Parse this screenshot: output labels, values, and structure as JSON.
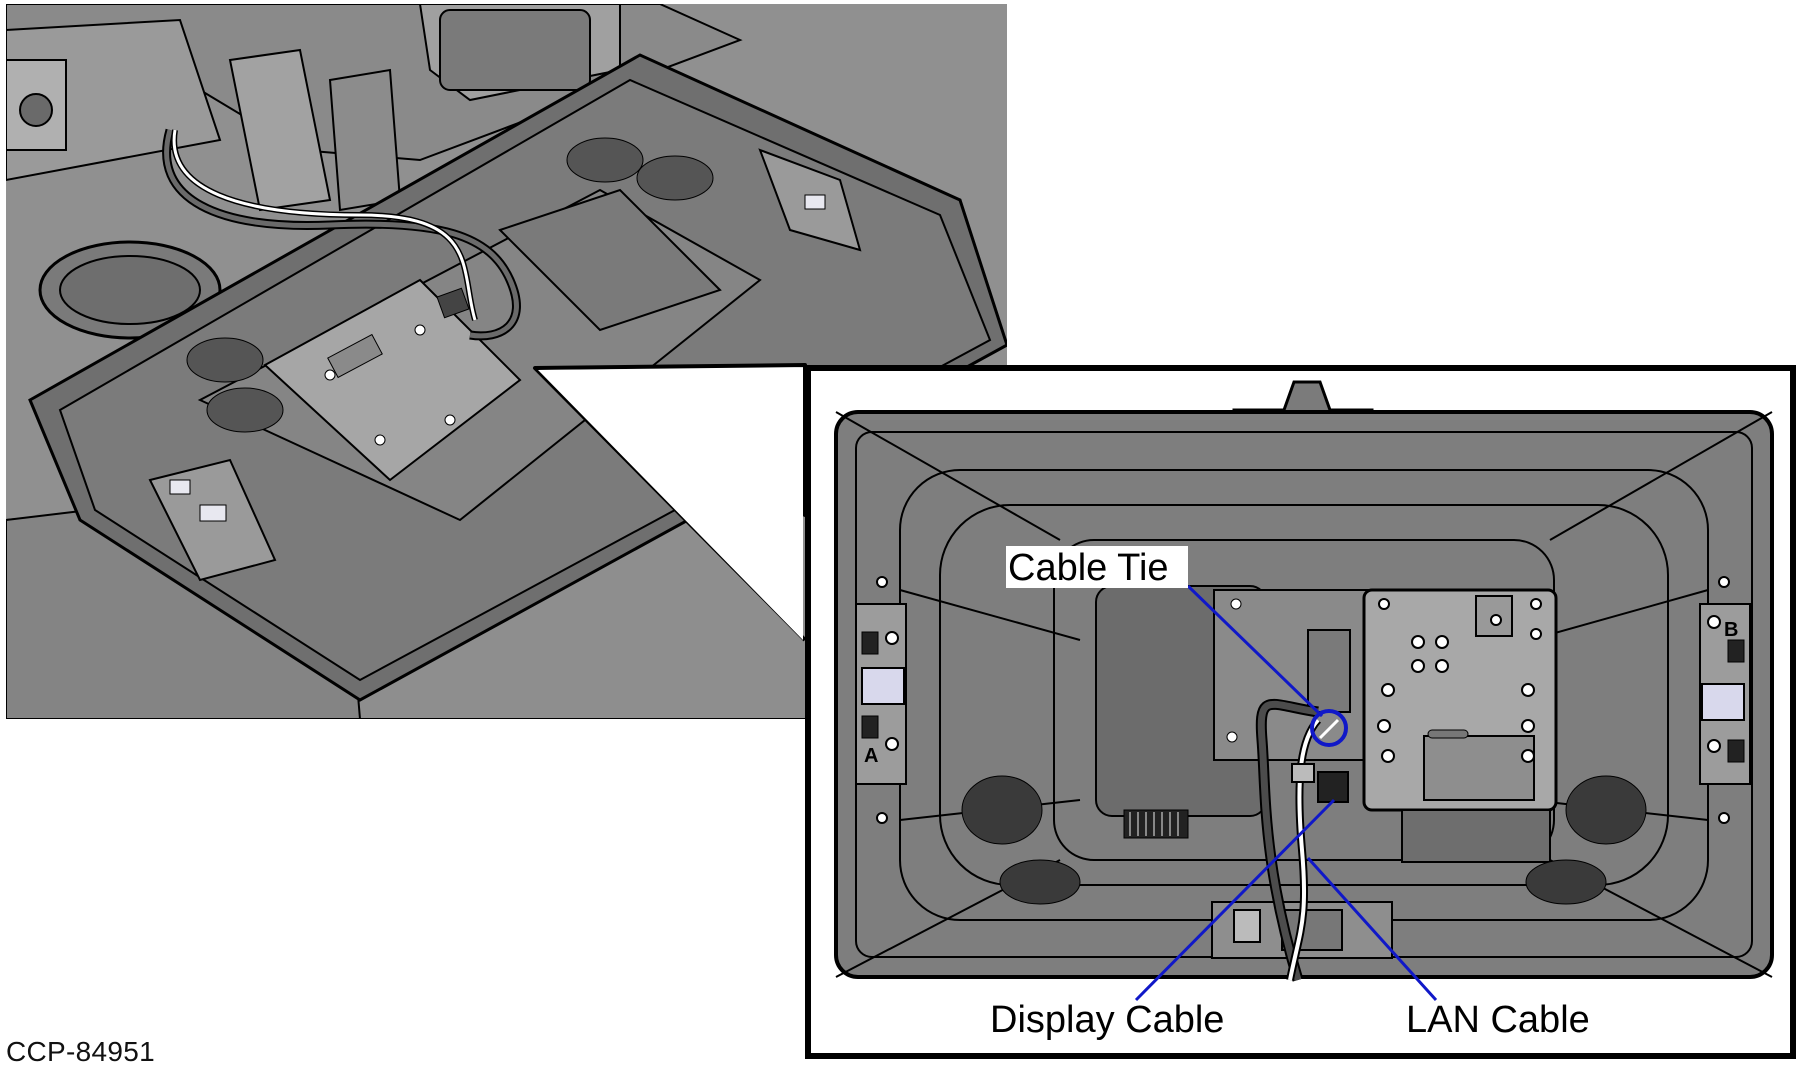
{
  "figure": {
    "id_label": "CCP-84951"
  },
  "callouts": {
    "cable_tie": "Cable Tie",
    "display_cable": "Display Cable",
    "lan_cable": "LAN Cable"
  },
  "colors": {
    "panel": "#7e7e7e",
    "panel_dark": "#5f5f5f",
    "panel_light": "#a8a8a8",
    "leader": "#1018c8",
    "outline": "#000000",
    "background": "#ffffff"
  }
}
